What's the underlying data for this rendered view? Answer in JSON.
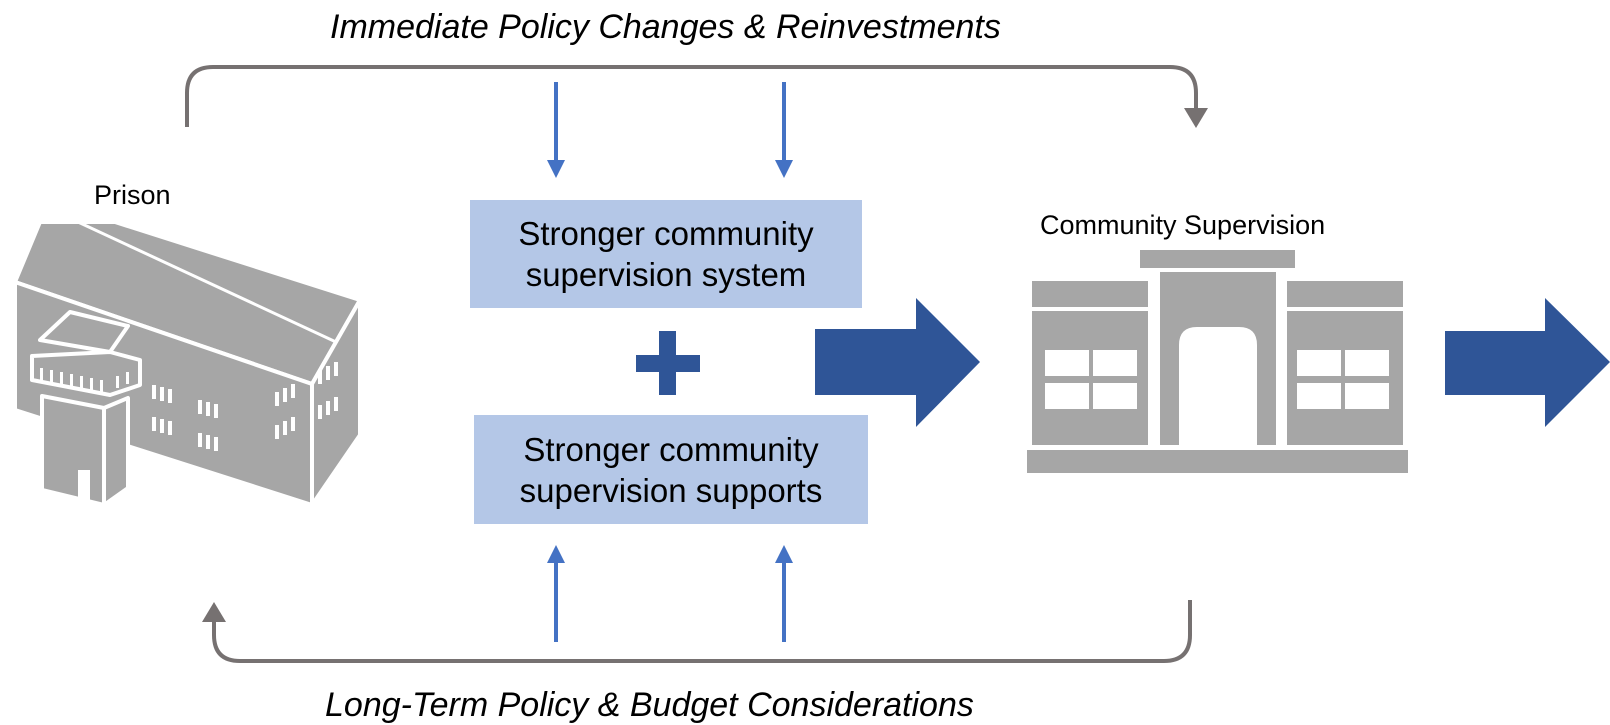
{
  "top_label": "Immediate Policy Changes & Reinvestments",
  "bottom_label": "Long-Term Policy & Budget Considerations",
  "prison_label": "Prison",
  "community_label": "Community Supervision",
  "box_system": [
    "Stronger community",
    "supervision system"
  ],
  "box_supports": [
    "Stronger community",
    "supervision supports"
  ],
  "plus_sign": "+",
  "icons": {
    "prison": "prison-building-icon",
    "community": "community-supervision-building-icon"
  },
  "colors": {
    "box_fill": "#b4c7e7",
    "arrow_blue": "#2f5597",
    "thin_arrow": "#4472c4",
    "gray": "#767171",
    "building_gray": "#a6a6a6"
  }
}
